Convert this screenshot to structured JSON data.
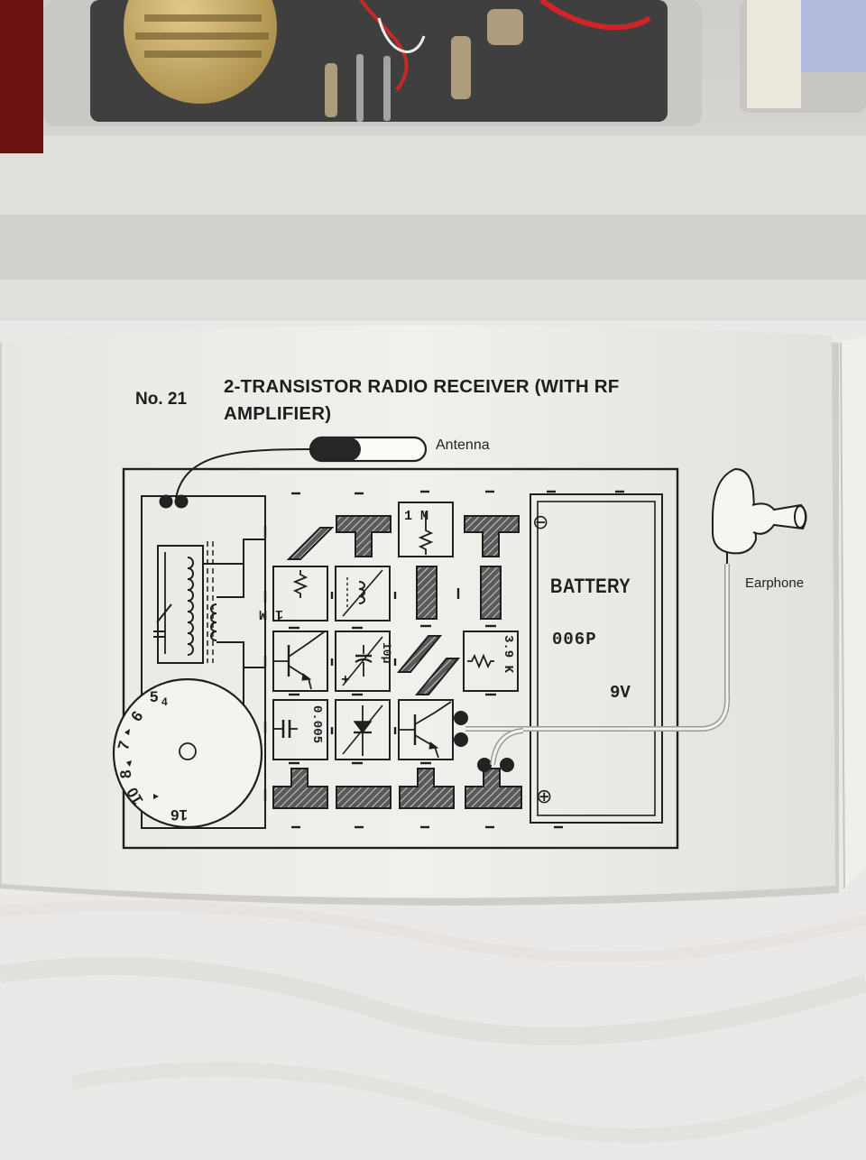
{
  "page": {
    "project_number": "No. 21",
    "project_title": "2-TRANSISTOR RADIO RECEIVER (WITH RF AMPLIFIER)"
  },
  "labels": {
    "antenna": "Antenna",
    "earphone": "Earphone"
  },
  "battery": {
    "title": "BATTERY",
    "model": "006P",
    "voltage": "9V",
    "negative_symbol": "⊖",
    "positive_symbol": "⊕"
  },
  "components": {
    "resistor_1m_top": "1  M",
    "resistor_1m_left": "1  M",
    "capacitor_10u": "10μ",
    "capacitor_plus": "+",
    "resistor_3_9k": "3.9 K",
    "capacitor_0_005": "0.005"
  },
  "dial": {
    "numbers": [
      "5",
      "4",
      "6",
      "7",
      "8",
      "10",
      "16"
    ]
  },
  "colors": {
    "paper": "#efeeea",
    "ink": "#1f1f1f",
    "tray": "#d4d3d0",
    "cloth": "#ebeae8"
  }
}
